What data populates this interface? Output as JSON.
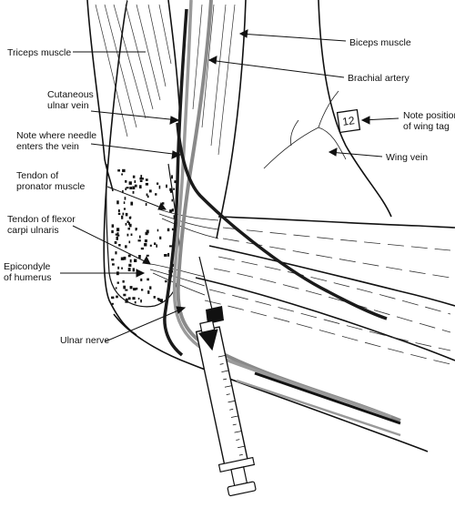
{
  "diagram": {
    "labels": {
      "triceps": "Triceps muscle",
      "biceps": "Biceps muscle",
      "brachial_artery": "Brachial artery",
      "cutaneous_1": "Cutaneous",
      "cutaneous_2": "ulnar vein",
      "needle_1": "Note where needle",
      "needle_2": "enters the vein",
      "pronator_1": "Tendon of",
      "pronator_2": "pronator muscle",
      "flexor_1": "Tendon of flexor",
      "flexor_2": "carpi ulnaris",
      "epicondyle_1": "Epicondyle",
      "epicondyle_2": "of humerus",
      "ulnar_nerve": "Ulnar nerve",
      "wing_tag_1": "Note position",
      "wing_tag_2": "of wing tag",
      "wing_vein": "Wing vein",
      "tag_number": "12"
    },
    "colors": {
      "ink": "#111111",
      "vein": "#1a1a1a",
      "artery": "#8a8a8a",
      "nerve": "#9a9a9a"
    }
  }
}
